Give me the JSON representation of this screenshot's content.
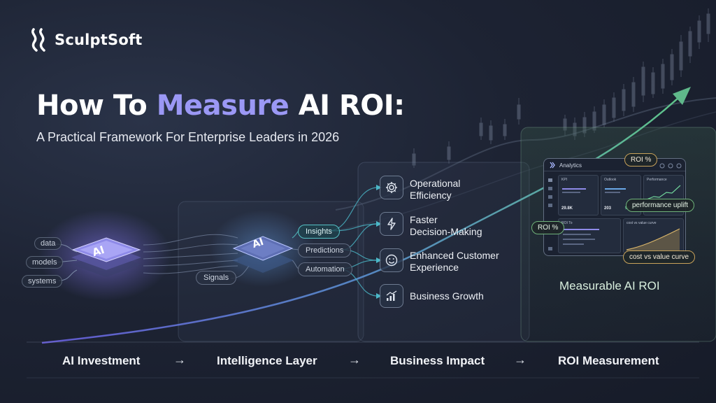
{
  "brand": {
    "name": "SculptSoft"
  },
  "headline": {
    "prefix": "How To ",
    "accent": "Measure",
    "suffix": " AI ROI:",
    "subtitle": "A Practical Framework For Enterprise Leaders in 2026"
  },
  "inputs": [
    "data",
    "models",
    "systems"
  ],
  "ai_chip_label": "AI",
  "intelligence": {
    "chip_label": "AI",
    "signals_label": "Signals",
    "outputs": [
      "Insights",
      "Predictions",
      "Automation"
    ]
  },
  "impacts": [
    {
      "icon": "gear-icon",
      "lines": [
        "Operational",
        "Efficiency"
      ]
    },
    {
      "icon": "lightning-icon",
      "lines": [
        "Faster",
        "Decision-Making"
      ]
    },
    {
      "icon": "smiley-icon",
      "lines": [
        "Enhanced Customer",
        "Experience"
      ]
    },
    {
      "icon": "growth-chart-icon",
      "lines": [
        "Business Growth"
      ]
    }
  ],
  "dashboard": {
    "title": "Analytics",
    "cards": [
      "KPI",
      "Outlook",
      "Performance"
    ],
    "stats": [
      "29.8K",
      "203",
      "98.8%"
    ],
    "lower_cards": [
      "ROI To",
      "cost vs value curve"
    ],
    "badges": {
      "roi_top": "ROI %",
      "roi_left": "ROI %",
      "uplift": "performance uplift",
      "curve": "cost vs value curve"
    },
    "caption": "Measurable AI ROI"
  },
  "flow": {
    "steps": [
      "AI Investment",
      "Intelligence Layer",
      "Business Impact",
      "ROI Measurement"
    ],
    "arrow": "→"
  },
  "colors": {
    "accent": "#9b98f5",
    "teal": "#55c2c6",
    "green_arrow": "#5fb88a",
    "gold": "#c8a25a",
    "background": "#1d2333"
  }
}
